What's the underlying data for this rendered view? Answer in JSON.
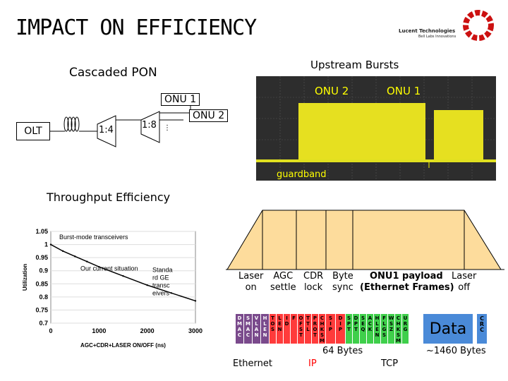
{
  "slide": {
    "title": "IMPACT ON EFFICIENCY",
    "logo_text": "Lucent Technologies",
    "logo_sub": "Bell Labs Innovations"
  },
  "pon": {
    "title": "Cascaded PON",
    "olt": "OLT",
    "splitter1": "1:4",
    "splitter2": "1:8",
    "onu1": "ONU 1",
    "onu2": "ONU 2"
  },
  "scope": {
    "title": "Upstream Bursts",
    "onu2": "ONU 2",
    "onu1": "ONU 1",
    "guardband": "guardband"
  },
  "throughput": {
    "title": "Throughput Efficiency"
  },
  "chart_data": {
    "type": "line",
    "title": "",
    "xlabel": "AGC+CDR+LASER ON/OFF (ns)",
    "ylabel": "Utilization",
    "xlim": [
      0,
      3000
    ],
    "ylim": [
      0.7,
      1.05
    ],
    "x_ticks": [
      "0",
      "1000",
      "2000",
      "3000"
    ],
    "y_ticks": [
      "0.7",
      "0.75",
      "0.8",
      "0.85",
      "0.9",
      "0.95",
      "1",
      "1.05"
    ],
    "series": [
      {
        "name": "",
        "x": [
          0,
          250,
          500,
          750,
          1000,
          1500,
          2000,
          2500,
          3000
        ],
        "y": [
          1.0,
          0.975,
          0.955,
          0.935,
          0.915,
          0.88,
          0.845,
          0.815,
          0.785
        ]
      }
    ],
    "annotations": [
      "Burst-mode transceivers",
      "Our current situation",
      "Standard GE transceivers"
    ]
  },
  "frame": {
    "fields": [
      {
        "label": "Laser on"
      },
      {
        "label": "AGC settle"
      },
      {
        "label": "CDR lock"
      },
      {
        "label": "Byte sync"
      },
      {
        "label": "ONU1 payload (Ethernet Frames)"
      },
      {
        "label": "Laser off"
      }
    ],
    "labels": {
      "laser_on": "Laser\non",
      "agc": "AGC\nsettle",
      "cdr": "CDR\nlock",
      "byte": "Byte\nsync",
      "payload1": "ONU1 payload",
      "payload2": "(Ethernet Frames)",
      "laser_off": "Laser\noff"
    }
  },
  "packet": {
    "blocks": [
      {
        "text": "D M A C",
        "color": "#f2a07a"
      },
      {
        "text": "S M A C",
        "color": "#f2a07a"
      },
      {
        "text": "V L A N",
        "color": "#f2a07a"
      },
      {
        "text": "H L E N",
        "color": "#f2a07a"
      },
      {
        "text": "T O S",
        "color": "#ff3b3b"
      },
      {
        "text": "L E N",
        "color": "#ff3b3b"
      },
      {
        "text": "I D",
        "color": "#ff3b3b"
      },
      {
        "text": "F",
        "color": "#ff3b3b"
      },
      {
        "text": "O F S T",
        "color": "#ff3b3b"
      },
      {
        "text": "T T L",
        "color": "#ff3b3b"
      },
      {
        "text": "P R O T",
        "color": "#ff3b3b"
      },
      {
        "text": "C H K S M",
        "color": "#ff3b3b"
      },
      {
        "text": "S I P",
        "color": "#ff3b3b"
      },
      {
        "text": "D I P",
        "color": "#ff3b3b"
      },
      {
        "text": "S P T",
        "color": "#3fcf4b"
      },
      {
        "text": "D P T",
        "color": "#3fcf4b"
      },
      {
        "text": "S E Q",
        "color": "#3fcf4b"
      },
      {
        "text": "A C K",
        "color": "#3fcf4b"
      },
      {
        "text": "H L E N",
        "color": "#3fcf4b"
      },
      {
        "text": "F L G S",
        "color": "#3fcf4b"
      },
      {
        "text": "W S Z",
        "color": "#3fcf4b"
      },
      {
        "text": "C H K S M",
        "color": "#3fcf4b"
      },
      {
        "text": "U R G",
        "color": "#3fcf4b"
      }
    ],
    "data_label": "Data",
    "crc_label": "C R C",
    "size_64": "64 Bytes",
    "size_1460": "~1460 Bytes",
    "ethernet": "Ethernet",
    "ip": "IP",
    "tcp": "TCP",
    "colors": {
      "ethernet": "#7a4a8c",
      "ip": "#ff0000",
      "tcp": "#3fcf4b",
      "data": "#4a8ad8"
    }
  }
}
